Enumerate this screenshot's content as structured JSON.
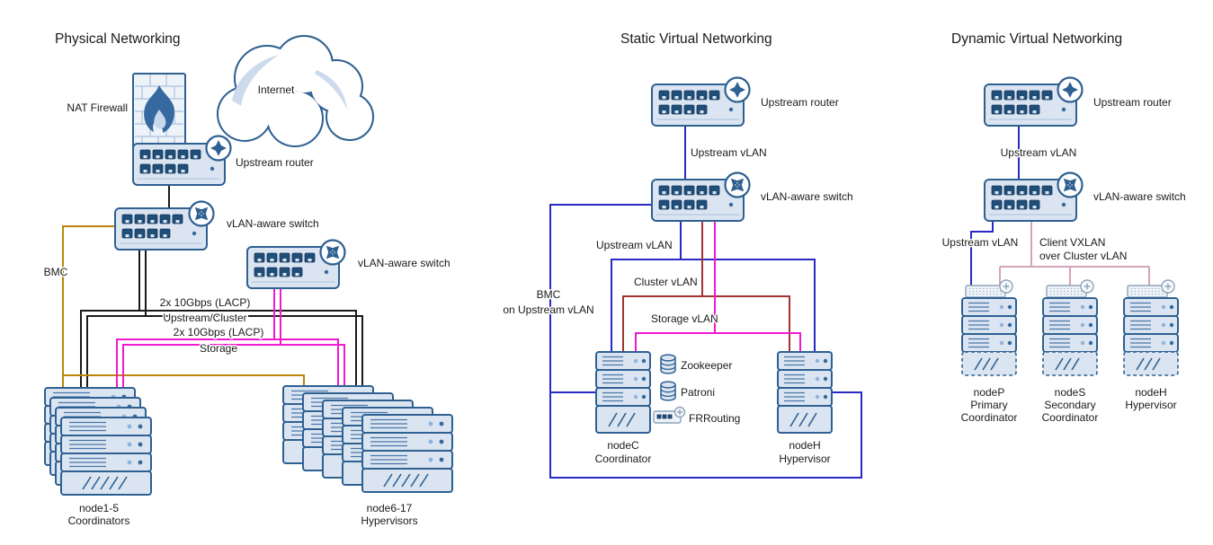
{
  "diagram": {
    "physical": {
      "title": "Physical Networking",
      "internet": "Internet",
      "nat_firewall": "NAT Firewall",
      "upstream_router": "Upstream router",
      "vlan_switch_1": "vLAN-aware switch",
      "vlan_switch_2": "vLAN-aware switch",
      "bmc": "BMC",
      "link_upstream_line1": "2x 10Gbps (LACP)",
      "link_upstream_line2": "Upstream/Cluster",
      "link_storage_line1": "2x 10Gbps (LACP)",
      "link_storage_line2": "Storage",
      "coordinators_line1": "node1-5",
      "coordinators_line2": "Coordinators",
      "hypervisors_line1": "node6-17",
      "hypervisors_line2": "Hypervisors"
    },
    "static_virtual": {
      "title": "Static Virtual Networking",
      "upstream_router": "Upstream router",
      "upstream_vlan_link": "Upstream vLAN",
      "vlan_switch": "vLAN-aware switch",
      "upstream_vlan": "Upstream vLAN",
      "cluster_vlan": "Cluster vLAN",
      "storage_vlan": "Storage vLAN",
      "bmc_line1": "BMC",
      "bmc_line2": "on Upstream vLAN",
      "zookeeper": "Zookeeper",
      "patroni": "Patroni",
      "frrouting": "FRRouting",
      "nodec_line1": "nodeC",
      "nodec_line2": "Coordinator",
      "nodeh_line1": "nodeH",
      "nodeh_line2": "Hypervisor"
    },
    "dynamic_virtual": {
      "title": "Dynamic Virtual Networking",
      "upstream_router": "Upstream router",
      "upstream_vlan_link": "Upstream vLAN",
      "vlan_switch": "vLAN-aware switch",
      "upstream_vlan": "Upstream vLAN",
      "client_vxlan_line1": "Client VXLAN",
      "client_vxlan_line2": "over Cluster vLAN",
      "nodep_line1": "nodeP",
      "nodep_line2": "Primary",
      "nodep_line3": "Coordinator",
      "nodes_line1": "nodeS",
      "nodes_line2": "Secondary",
      "nodes_line3": "Coordinator",
      "nodeh_line1": "nodeH",
      "nodeh_line2": "Hypervisor"
    }
  },
  "colors": {
    "line_blue": "#2929c4",
    "line_red": "#a03434",
    "line_magenta": "#f318cf",
    "line_olive": "#b8860b",
    "line_black": "#1a1a1a",
    "line_pink": "#d6a3ba",
    "device_border": "#2e6091",
    "device_fill": "#dbe5f1",
    "text": "#1a1a1a"
  }
}
